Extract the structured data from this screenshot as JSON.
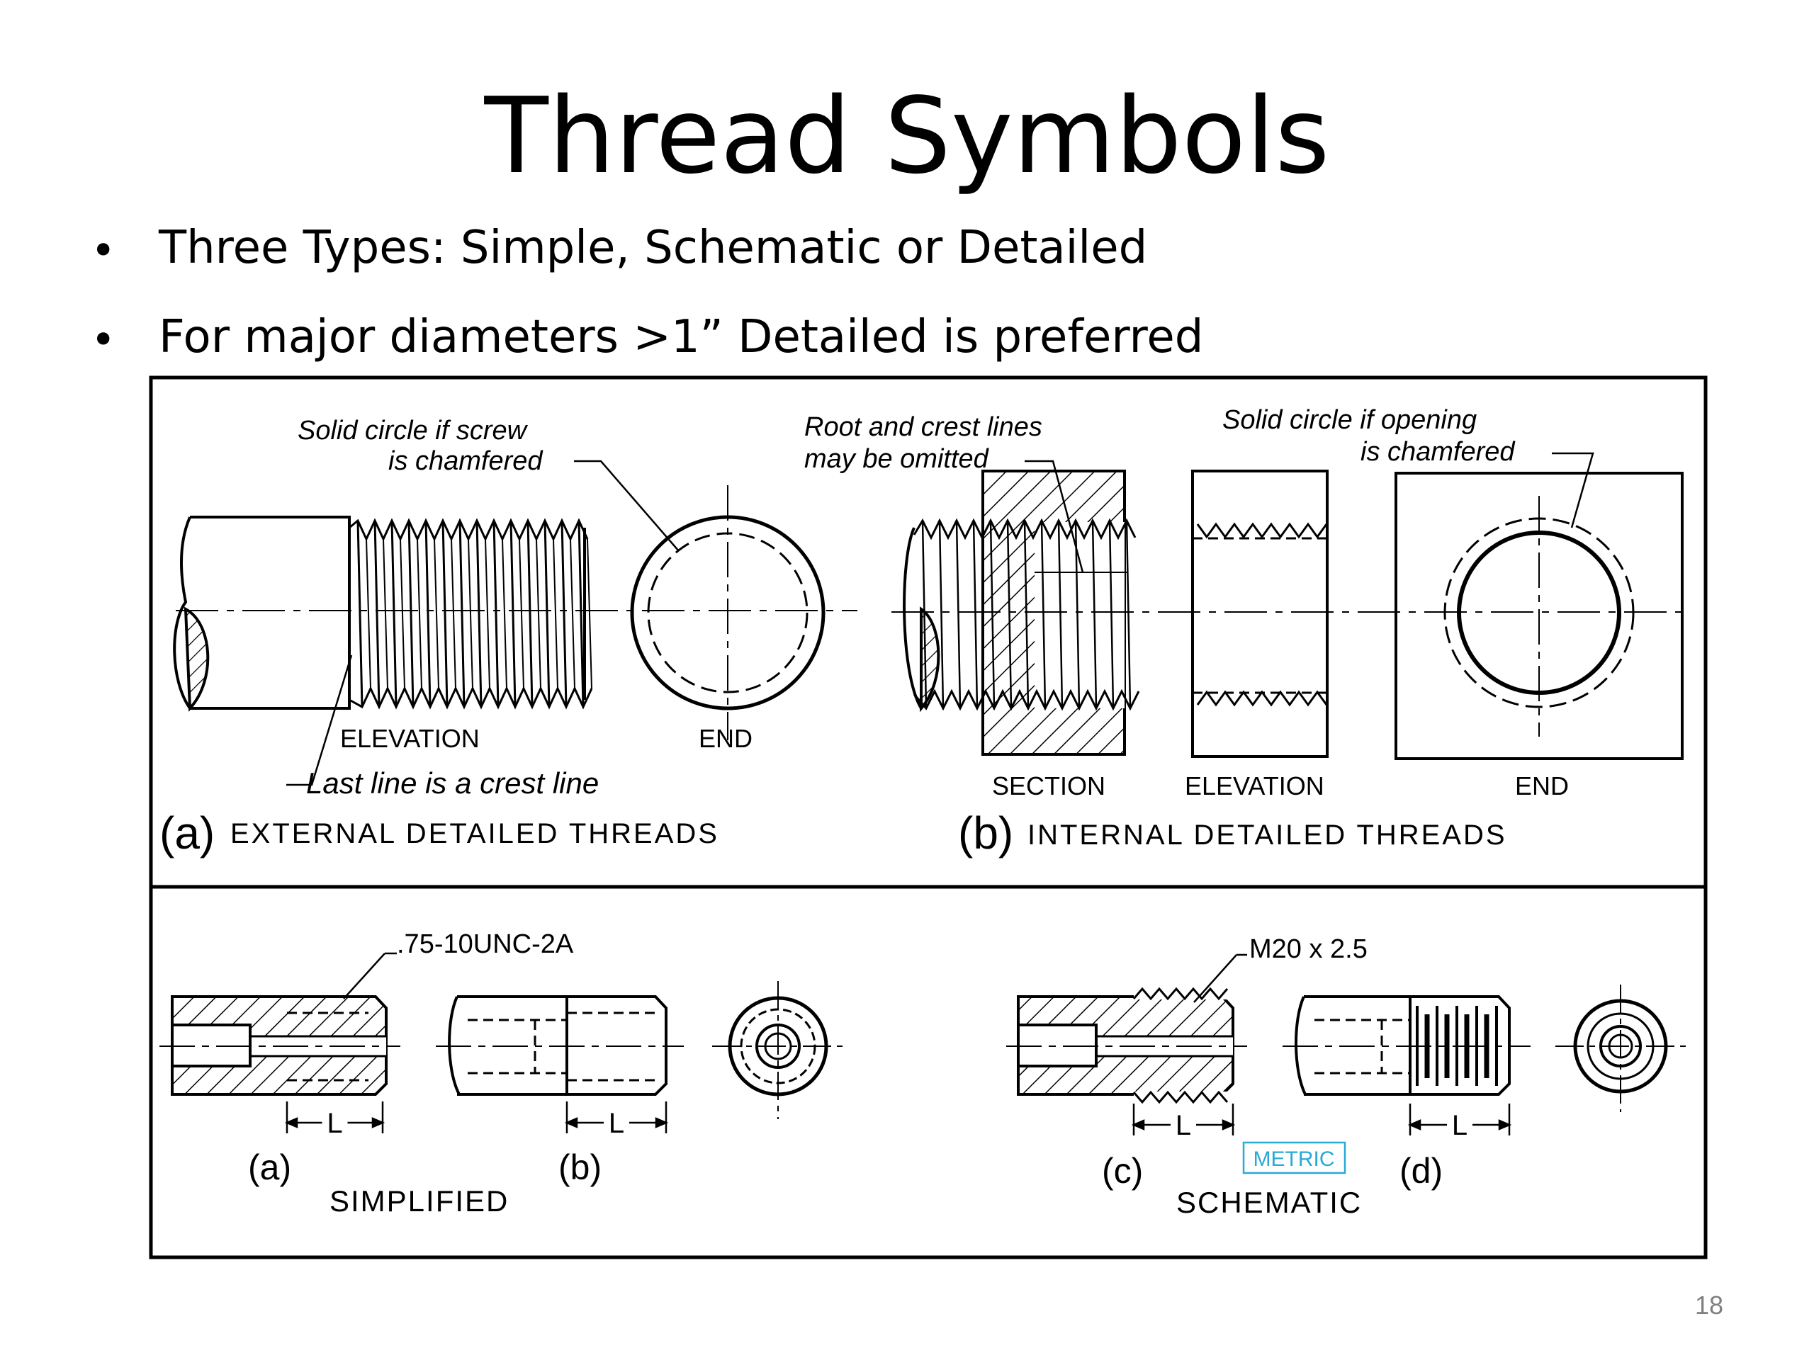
{
  "slide": {
    "title": "Thread Symbols",
    "bullets": [
      "Three Types: Simple, Schematic or Detailed",
      "For major diameters >1” Detailed is preferred"
    ],
    "page_number": "18"
  },
  "figure_top": {
    "notes": {
      "screw_1": "Solid circle if screw",
      "screw_2": "is chamfered",
      "root_1": "Root and crest lines",
      "root_2": "may be omitted",
      "opening_1": "Solid circle if opening",
      "opening_2": "is chamfered",
      "last_line": "Last line is a crest line"
    },
    "labels": {
      "elevation_ext": "ELEVATION",
      "end_ext": "END",
      "section": "SECTION",
      "elevation_int": "ELEVATION",
      "end_int": "END"
    },
    "captions": {
      "a_letter": "(a)",
      "a_text": "EXTERNAL DETAILED THREADS",
      "b_letter": "(b)",
      "b_text": "INTERNAL DETAILED THREADS"
    }
  },
  "figure_bottom": {
    "callouts": {
      "unc": ".75-10UNC-2A",
      "metric": "M20 x 2.5"
    },
    "dim_label": "L",
    "letters": [
      "(a)",
      "(b)",
      "(c)",
      "(d)"
    ],
    "groups": {
      "simplified": "SIMPLIFIED",
      "schematic": "SCHEMATIC"
    },
    "metric_badge": "METRIC",
    "metric_badge_color": "#29a9d8"
  }
}
